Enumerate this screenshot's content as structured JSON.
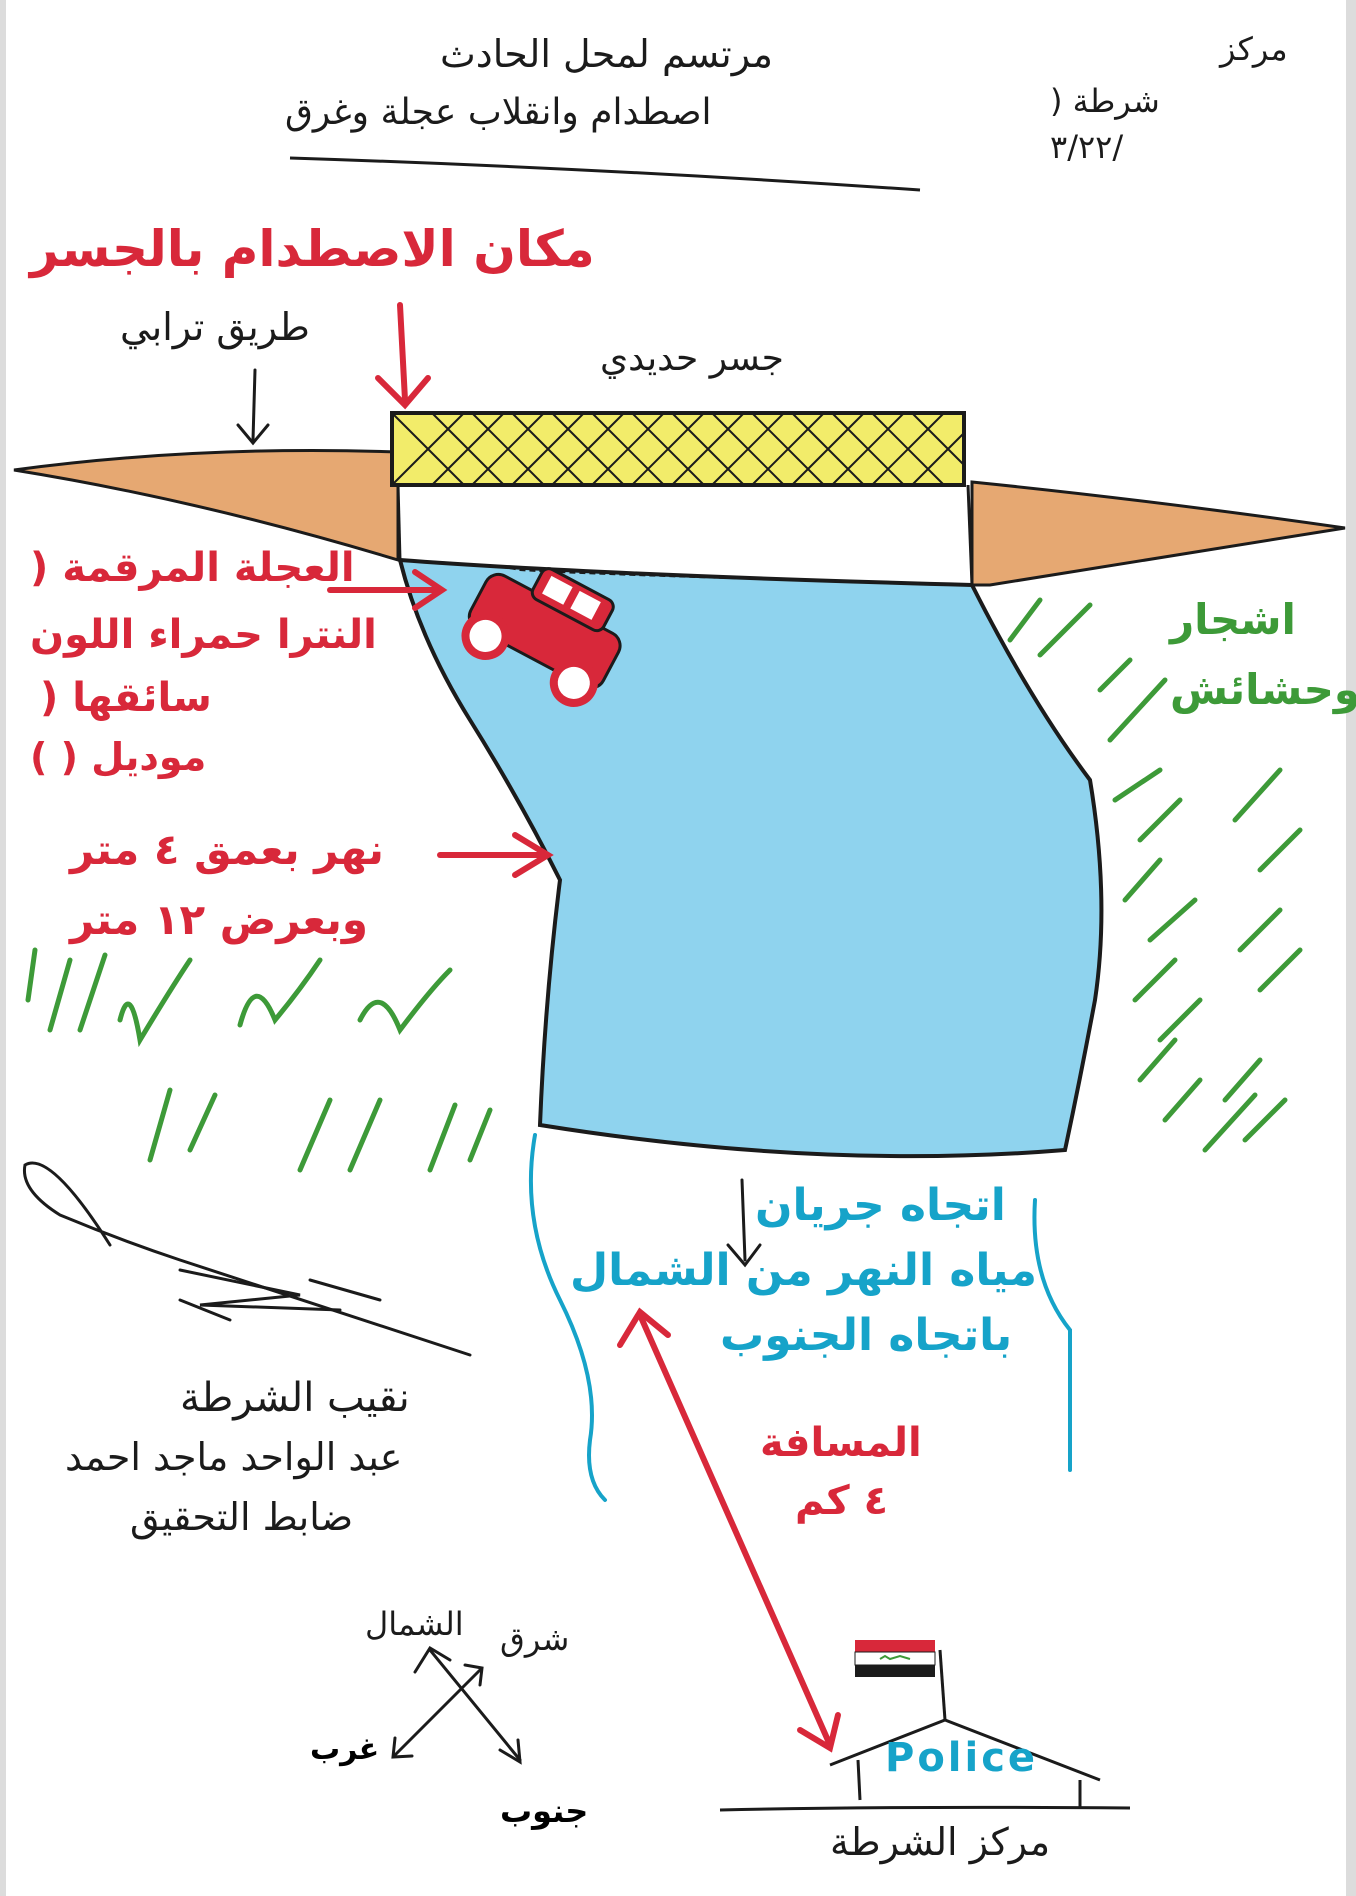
{
  "header": {
    "title_line1": "مرتسم لمحل الحادث",
    "title_line2": "اصطدام وانقلاب عجلة وغرق",
    "station_line1": "مركز",
    "station_line2": "شرطة (",
    "station_line3": "  /٣/٢٢"
  },
  "labels": {
    "collision_place": "مكان الاصطدام بالجسر",
    "dirt_road": "طريق ترابي",
    "iron_bridge": "جسر حديدي",
    "vehicle_line1": "العجلة المرقمة (",
    "vehicle_line2": "النترا حمراء اللون",
    "vehicle_line3": "سائقها (",
    "vehicle_line4": "موديل (   )",
    "river_line1": "نهر بعمق ٤ متر",
    "river_line2": "وبعرض ١٢ متر",
    "vegetation_line1": "اشجار",
    "vegetation_line2": "وحشائش",
    "flow_line1": "اتجاه جريان",
    "flow_line2": "مياه النهر من الشمال",
    "flow_line3": "باتجاه الجنوب",
    "distance_line1": "المسافة",
    "distance_line2": "٤ كم",
    "signature_line1": "نقيب الشرطة",
    "signature_line2": "عبد الواحد ماجد احمد",
    "signature_line3": "ضابط التحقيق",
    "police_sign": "Police",
    "police_station": "مركز الشرطة"
  },
  "compass": {
    "north": "الشمال",
    "east": "شرق",
    "west": "غرب",
    "south": "جنوب"
  },
  "colors": {
    "ink": "#1b1b1b",
    "red": "#d8283a",
    "green": "#3d9a38",
    "river": "#8fd3ee",
    "river_outline": "#16a3c9",
    "bridge_deck": "#f2ec6a",
    "road": "#e6a872"
  }
}
